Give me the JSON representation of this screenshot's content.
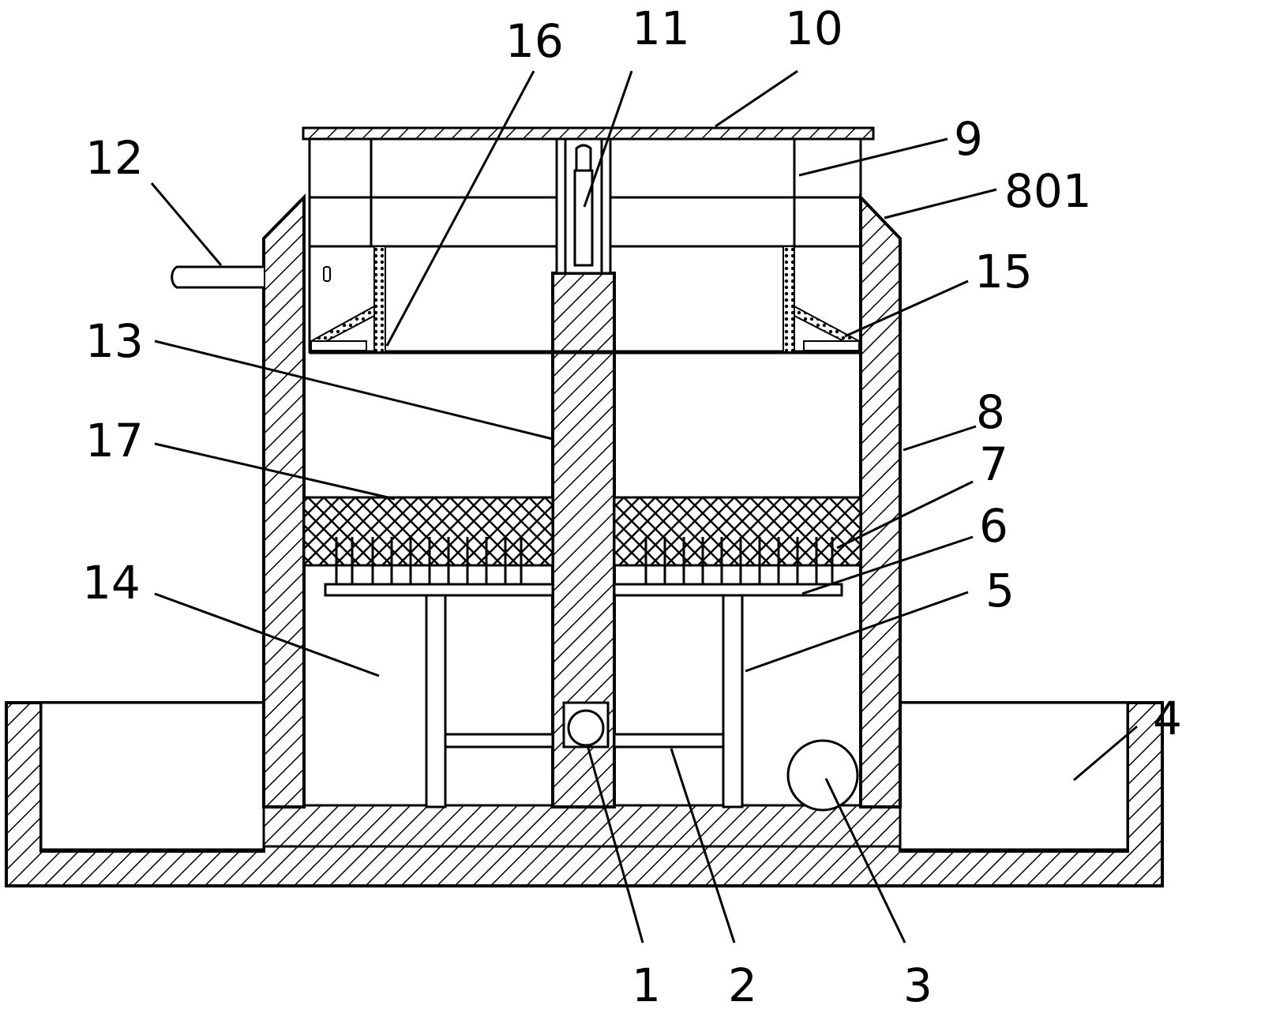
{
  "labels": {
    "l1": "1",
    "l2": "2",
    "l3": "3",
    "l4": "4",
    "l5": "5",
    "l6": "6",
    "l7": "7",
    "l8": "8",
    "l9": "9",
    "l10": "10",
    "l11": "11",
    "l12": "12",
    "l13": "13",
    "l14": "14",
    "l15": "15",
    "l16": "16",
    "l17": "17",
    "l801": "801"
  }
}
